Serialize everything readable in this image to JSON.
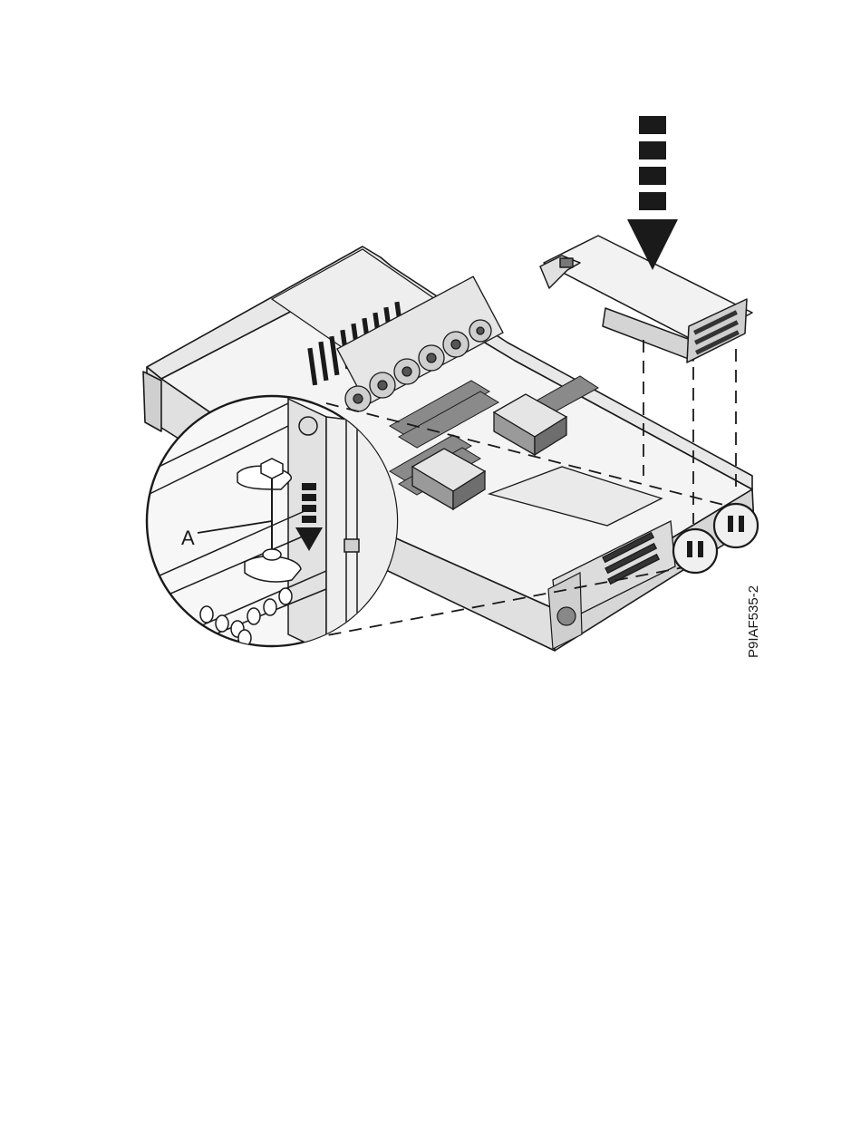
{
  "figure": {
    "callout_label": "A",
    "figure_id": "P9IAF535-2",
    "colors": {
      "line": "#1a1a1a",
      "fill_light": "#ffffff",
      "fill_gray": "#d9d9d9",
      "fill_mid": "#a6a6a6",
      "fill_dark": "#3a3a3a"
    },
    "icons": [
      "down-arrow-icon",
      "magnifier-callout"
    ]
  }
}
